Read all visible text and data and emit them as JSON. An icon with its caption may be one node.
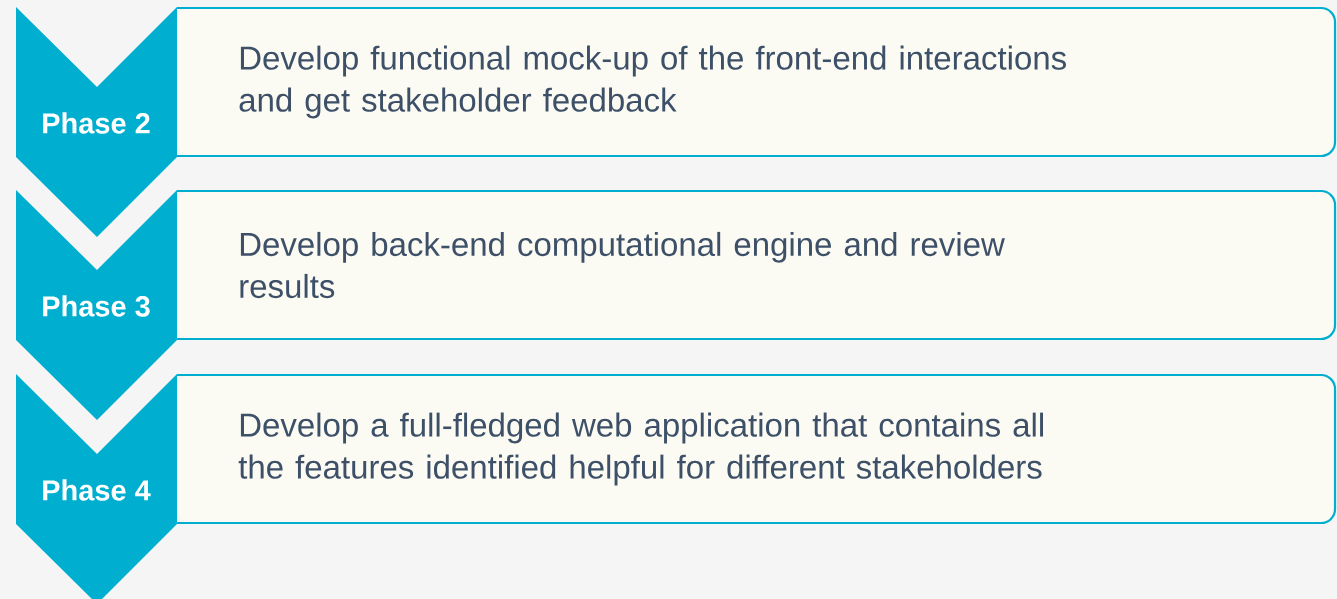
{
  "diagram": {
    "nodes": [
      {
        "text": [
          "Phase 2"
        ]
      },
      {
        "text": [
          "Develop functional mock-up of the front-end interactions and get stakeholder feedback"
        ]
      },
      {
        "text": [
          "Phase 3"
        ]
      },
      {
        "text": [
          "Develop back-end computational engine and review results"
        ]
      },
      {
        "text": [
          "Phase 4"
        ]
      },
      {
        "text": [
          "Develop a full-fledged web application that contains all the features identified helpful for different stakeholders"
        ]
      }
    ]
  }
}
